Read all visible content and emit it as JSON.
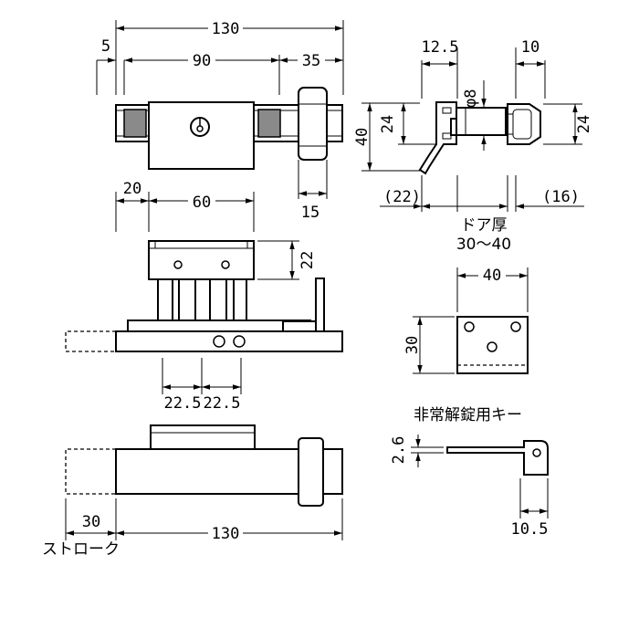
{
  "front_view": {
    "overall_width": "130",
    "offset": "5",
    "center_width": "90",
    "right_width": "35",
    "knob_depth": "15"
  },
  "side_view": {
    "pitch_left": "12.5",
    "pitch_right": "10",
    "pin_diameter": "φ8",
    "height_total": "40",
    "height_left": "24",
    "height_right": "24",
    "left_extent": "(22)",
    "right_extent": "(16)",
    "door_thickness_label": "ドア厚",
    "door_thickness_range": "30〜40"
  },
  "top_view": {
    "offset": "20",
    "width": "60",
    "height": "22",
    "hole_spacing_1": "22.5",
    "hole_spacing_2": "22.5"
  },
  "strike_plate": {
    "width": "40",
    "height": "30"
  },
  "key": {
    "title": "非常解錠用キー",
    "thickness": "2.6",
    "tip_width": "10.5"
  },
  "bottom_view": {
    "stroke_length": "30",
    "overall_width": "130",
    "stroke_label": "ストローク"
  }
}
